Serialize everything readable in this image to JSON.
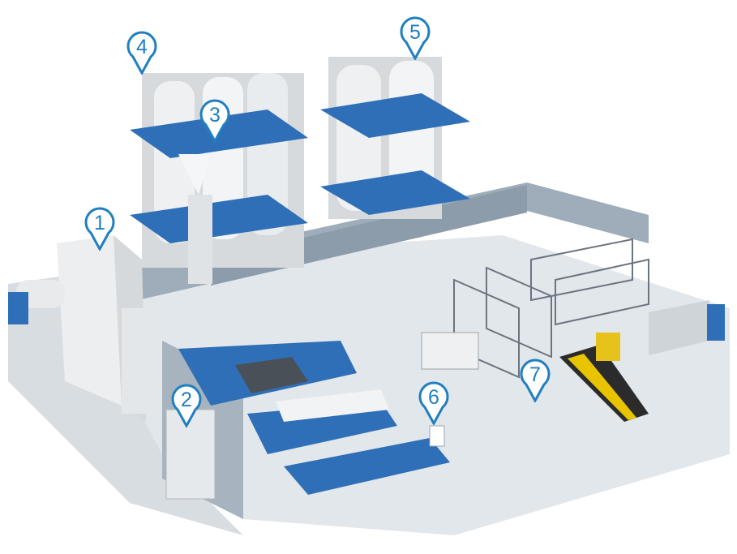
{
  "colors": {
    "marker": "#1f7fc0",
    "accent_blue": "#2f6fb8",
    "floor": "#e3e8ec",
    "wall": "#9aa9b6"
  },
  "markers": [
    {
      "label": "1"
    },
    {
      "label": "2"
    },
    {
      "label": "3"
    },
    {
      "label": "4"
    },
    {
      "label": "5"
    },
    {
      "label": "6"
    },
    {
      "label": "7"
    }
  ]
}
